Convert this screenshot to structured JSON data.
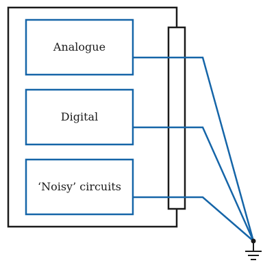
{
  "diagram": {
    "blocks": [
      {
        "label": "Analogue"
      },
      {
        "label": "Digital"
      },
      {
        "label": "‘Noisy’ circuits"
      }
    ],
    "colors": {
      "block_stroke": "#1565a8",
      "wire": "#1565a8",
      "enclosure": "#1a1a1a",
      "busbar": "#1a1a1a",
      "ground": "#1a1a1a"
    },
    "ground_symbol": "ground-icon"
  }
}
